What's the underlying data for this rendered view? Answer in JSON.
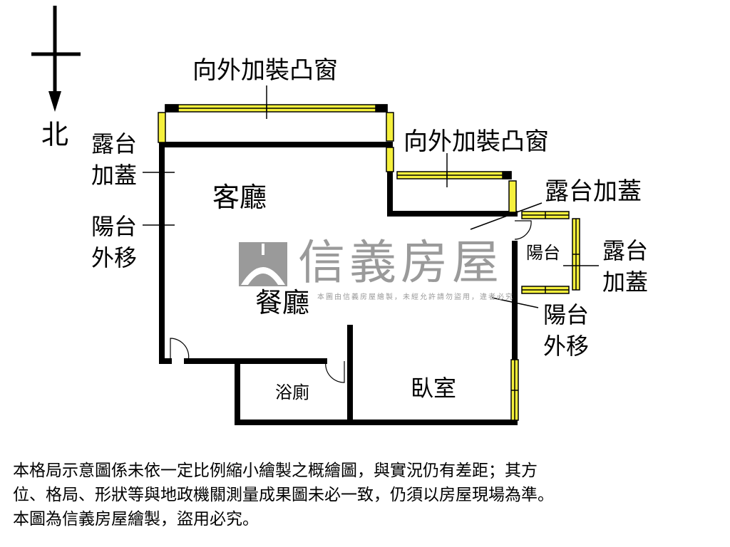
{
  "compass": {
    "label": "北"
  },
  "rooms": {
    "living": "客廳",
    "dining": "餐廳",
    "bath": "浴廁",
    "bedroom": "臥室",
    "balcony": "陽台"
  },
  "annotations": {
    "bay_window_top": "向外加裝凸窗",
    "bay_window_right": "向外加裝凸窗",
    "terrace_cover_left": [
      "露台",
      "加蓋"
    ],
    "balcony_move_left": [
      "陽台",
      "外移"
    ],
    "terrace_cover_right_top": "露台加蓋",
    "terrace_cover_right": [
      "露台",
      "加蓋"
    ],
    "balcony_move_right": [
      "陽台",
      "外移"
    ]
  },
  "watermark": {
    "brand": "信義房屋",
    "notice": "本圖由信義房屋繪製，未經允許請勿盜用，違者必究"
  },
  "disclaimer": {
    "lines": [
      "本格局示意圖係未依一定比例縮小繪製之概繪圖，與實況仍有差距；其方",
      "位、格局、形狀等與地政機關測量成果圖未必一致，仍須以房屋現場為準。",
      "本圖為信義房屋繪製，盜用必究。"
    ]
  },
  "colors": {
    "wall": "#000000",
    "window": "#f5f03c",
    "watermark": "#9a9a9a"
  }
}
